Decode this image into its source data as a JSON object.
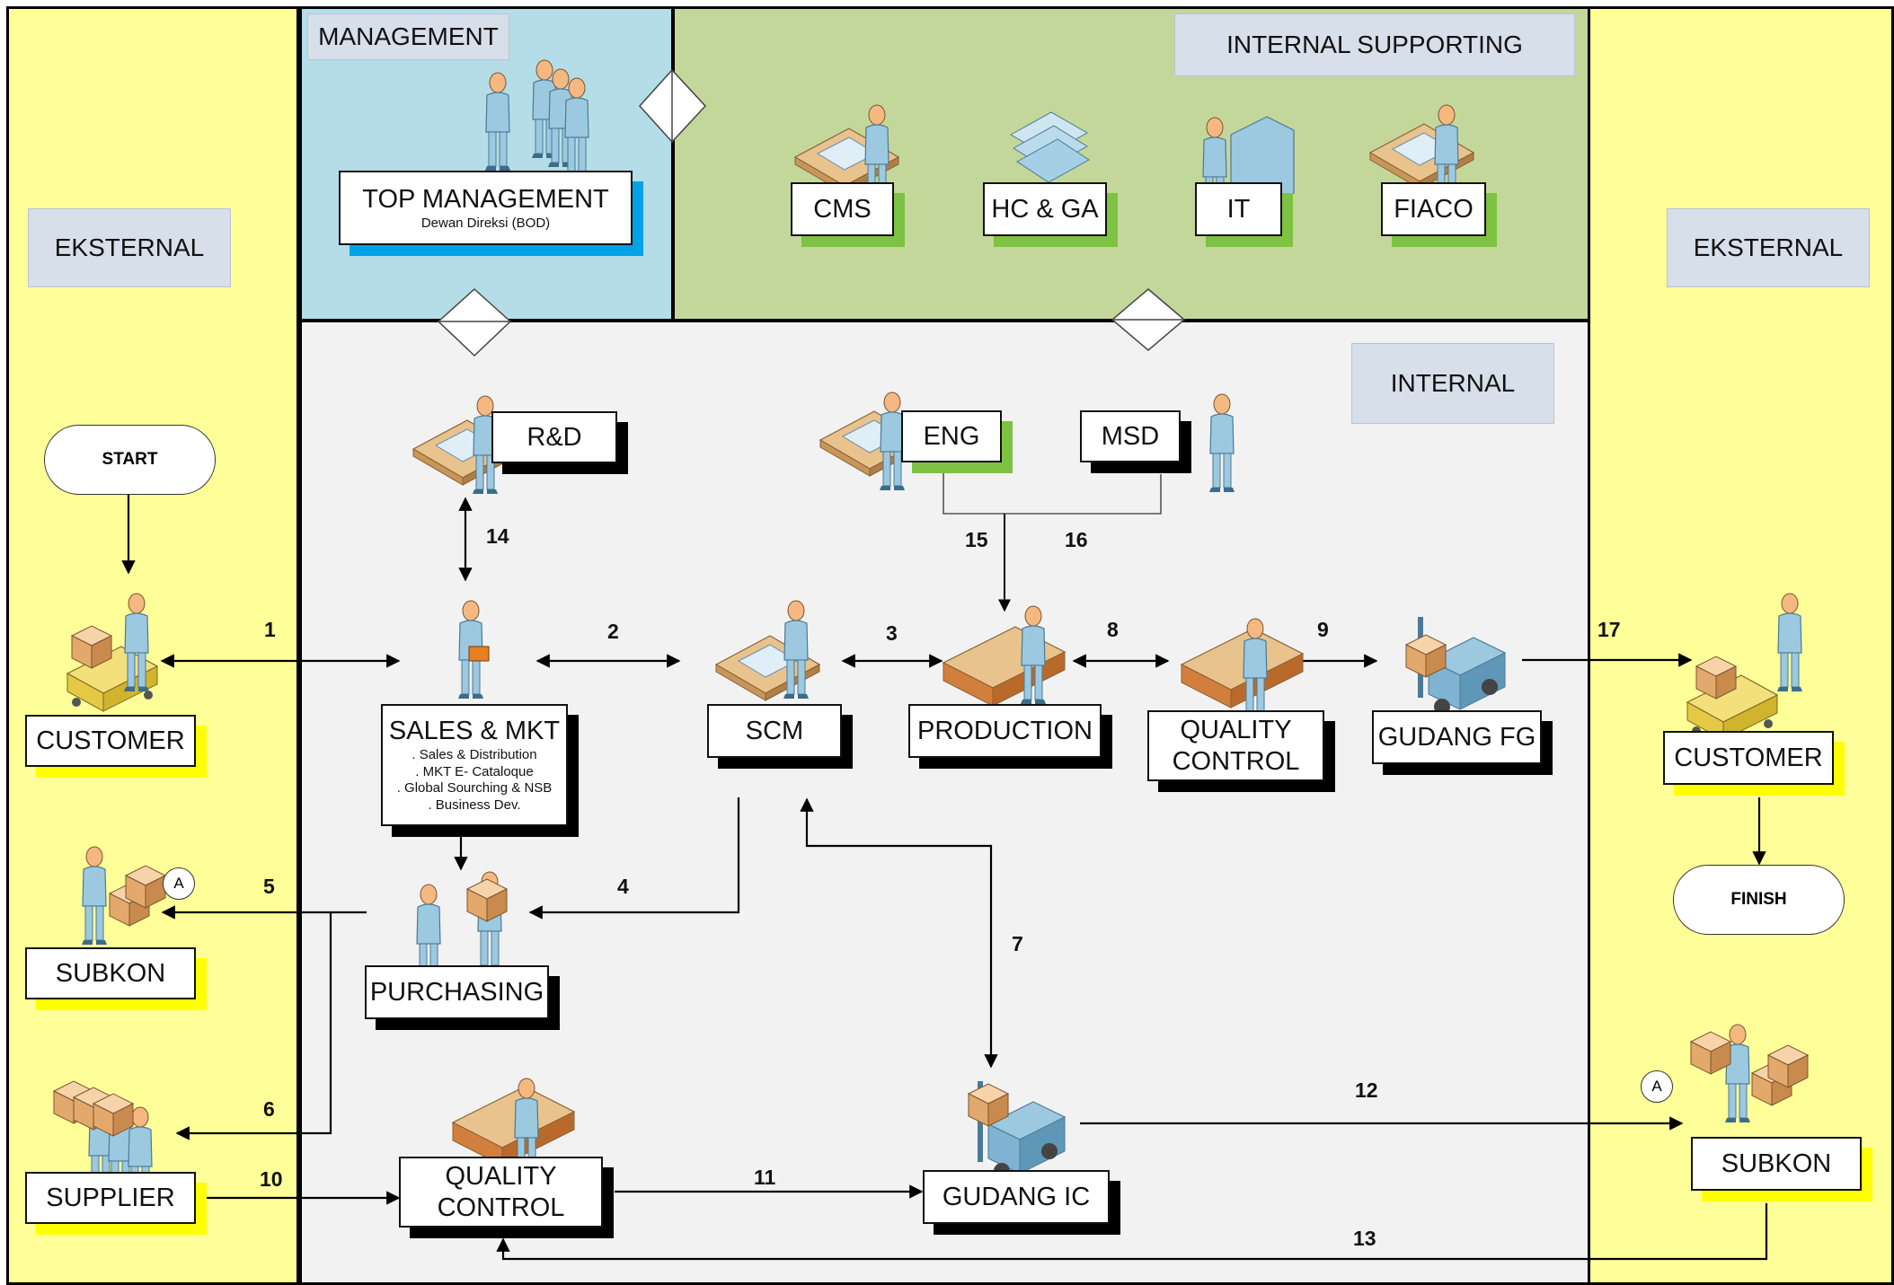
{
  "zones": {
    "eksternal_left": "EKSTERNAL",
    "eksternal_right": "EKSTERNAL",
    "management": "MANAGEMENT",
    "internal_supporting": "INTERNAL SUPPORTING",
    "internal": "INTERNAL"
  },
  "colors": {
    "external_bg": "#ffff99",
    "management_bg": "#b4dde7",
    "supporting_bg": "#c4d79b",
    "internal_bg": "#f2f2f2",
    "tag_bg": "#d6dfea",
    "shadow_black": "#000000",
    "shadow_yellow": "#ffff00",
    "shadow_green": "#7dc242",
    "shadow_blue": "#00a2e8"
  },
  "top_management": {
    "title": "TOP MANAGEMENT",
    "subtitle": "Dewan Direksi (BOD)"
  },
  "supporting_units": [
    "CMS",
    "HC & GA",
    "IT",
    "FIACO"
  ],
  "nodes": {
    "start": "START",
    "finish": "FINISH",
    "customer_left": "CUSTOMER",
    "subkon_left": "SUBKON",
    "supplier": "SUPPLIER",
    "rnd": "R&D",
    "eng": "ENG",
    "msd": "MSD",
    "sales": {
      "title": "SALES & MKT",
      "lines": [
        ". Sales & Distribution",
        ". MKT E- Cataloque",
        ". Global Sourching & NSB",
        ". Business Dev."
      ]
    },
    "scm": "SCM",
    "production": "PRODUCTION",
    "qc_top": "QUALITY CONTROL",
    "gudang_fg": "GUDANG FG",
    "purchasing": "PURCHASING",
    "qc_bottom": "QUALITY CONTROL",
    "gudang_ic": "GUDANG IC",
    "customer_right": "CUSTOMER",
    "subkon_right": "SUBKON"
  },
  "connector_labels": {
    "subkon_left": "A",
    "subkon_right": "A"
  },
  "flow_numbers": [
    "1",
    "2",
    "3",
    "4",
    "5",
    "6",
    "7",
    "8",
    "9",
    "10",
    "11",
    "12",
    "13",
    "14",
    "15",
    "16",
    "17"
  ]
}
